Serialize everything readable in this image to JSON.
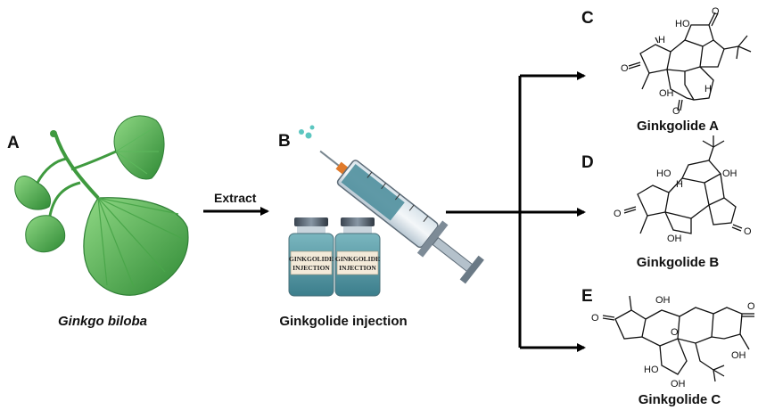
{
  "panels": {
    "a": {
      "letter": "A",
      "caption": "Ginkgo biloba"
    },
    "b": {
      "letter": "B",
      "caption": "Ginkgolide injection",
      "vial_label_line1": "GINKGOLIDE",
      "vial_label_line2": "INJECTION"
    },
    "c": {
      "letter": "C",
      "caption": "Ginkgolide A"
    },
    "d": {
      "letter": "D",
      "caption": "Ginkgolide B"
    },
    "e": {
      "letter": "E",
      "caption": "Ginkgolide C"
    }
  },
  "arrow_label": "Extract",
  "atoms": {
    "hydroxyl": "OH",
    "hydroxyl_left": "HO",
    "oxygen": "O",
    "hydrogen": "H"
  },
  "colors": {
    "leaf_dark": "#3f9a3f",
    "leaf_light": "#7fd07a",
    "syringe_body": "#5e9ea9",
    "vial_liquid": "#6fb2ad",
    "arrow": "#000000"
  }
}
